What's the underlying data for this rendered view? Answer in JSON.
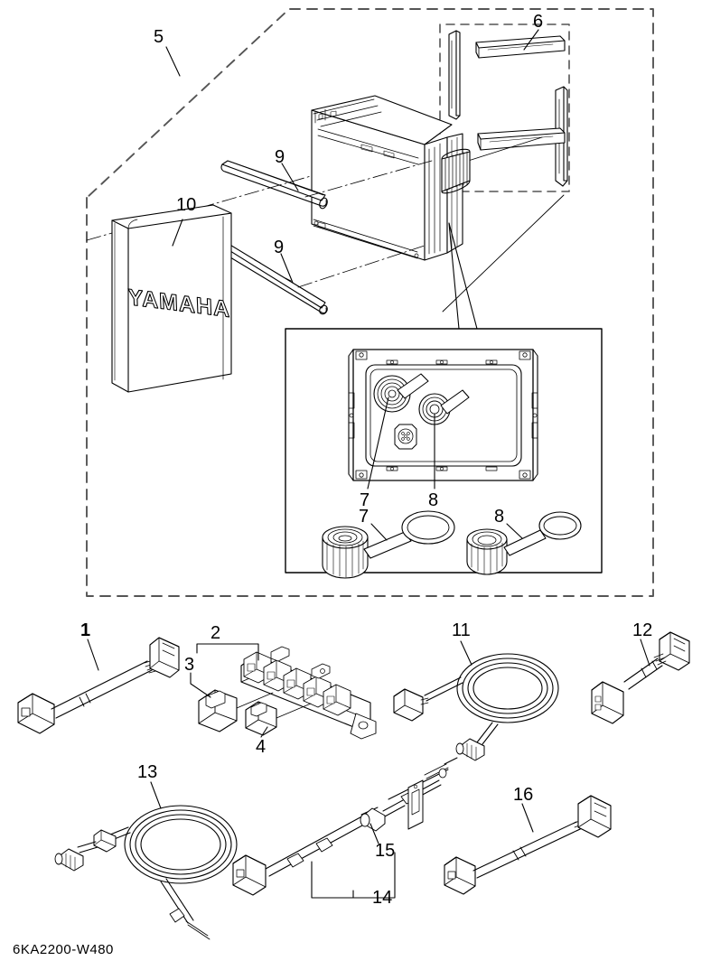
{
  "diagram": {
    "part_number": "6KA2200-W480",
    "background_color": "#ffffff",
    "line_color": "#000000",
    "dash_color": "#555555",
    "brand_text": "YAMAHA"
  },
  "callouts": {
    "c1": "1",
    "c2": "2",
    "c3": "3",
    "c4": "4",
    "c5": "5",
    "c6": "6",
    "c7a": "7",
    "c7b": "7",
    "c8a": "8",
    "c8b": "8",
    "c9a": "9",
    "c9b": "9",
    "c10": "10",
    "c11": "11",
    "c12": "12",
    "c13": "13",
    "c14": "14",
    "c15": "15",
    "c16": "16"
  },
  "items": [
    {
      "ref": "1",
      "name": "wiring-harness-short"
    },
    {
      "ref": "2",
      "name": "junction-box-assembly"
    },
    {
      "ref": "3",
      "name": "connector-cap-large"
    },
    {
      "ref": "4",
      "name": "connector-cap-small"
    },
    {
      "ref": "5",
      "name": "display-kit-group"
    },
    {
      "ref": "6",
      "name": "bezel-trim-set"
    },
    {
      "ref": "7",
      "name": "connector-port-cap-a"
    },
    {
      "ref": "8",
      "name": "connector-port-cap-b"
    },
    {
      "ref": "9",
      "name": "mounting-rail"
    },
    {
      "ref": "10",
      "name": "sun-cover"
    },
    {
      "ref": "11",
      "name": "data-cable-coiled"
    },
    {
      "ref": "12",
      "name": "adapter-harness"
    },
    {
      "ref": "13",
      "name": "power-cable-coiled"
    },
    {
      "ref": "14",
      "name": "transducer-harness"
    },
    {
      "ref": "15",
      "name": "inline-connector"
    },
    {
      "ref": "16",
      "name": "extension-harness"
    }
  ]
}
